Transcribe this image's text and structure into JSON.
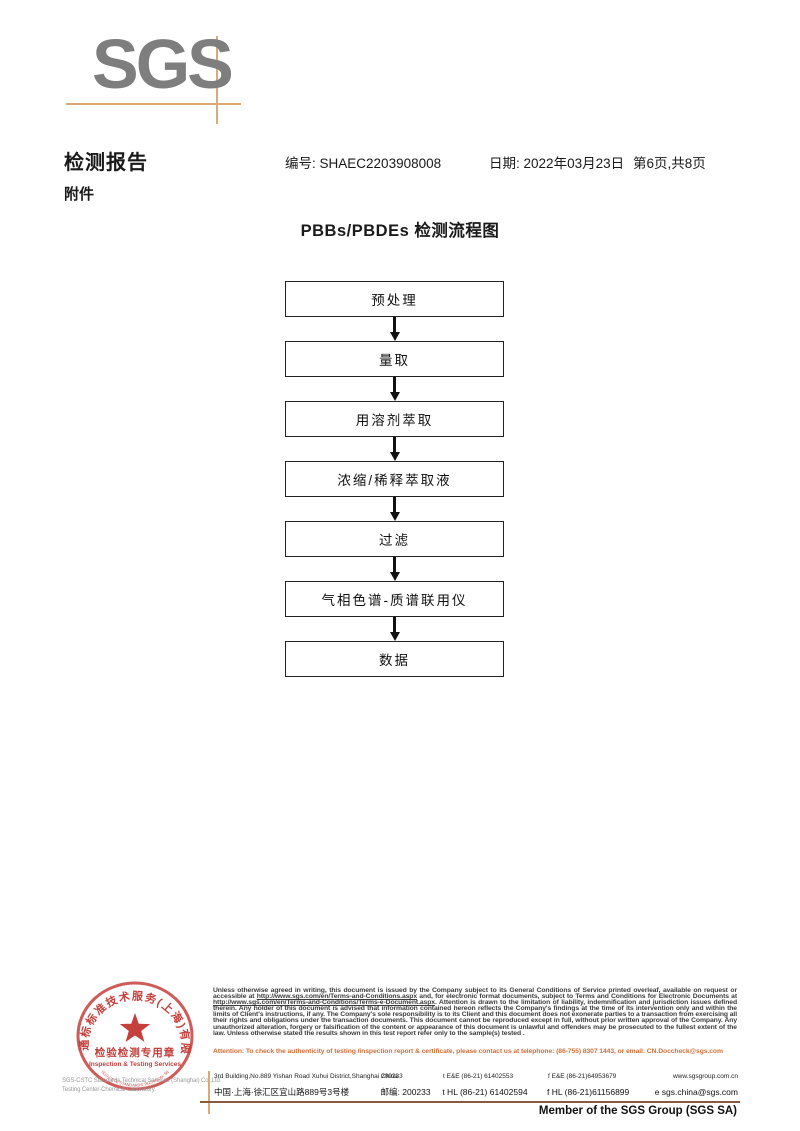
{
  "header": {
    "logo_text": "SGS",
    "report_title": "检测报告",
    "report_no_label": "编号:",
    "report_no": "SHAEC2203908008",
    "date_label": "日期:",
    "date_value": "2022年03月23日",
    "page_info": "第6页,共8页",
    "attachment_label": "附件"
  },
  "flowchart": {
    "title": "PBBs/PBDEs 检测流程图",
    "steps": [
      "预处理",
      "量取",
      "用溶剂萃取",
      "浓缩/稀释萃取液",
      "过滤",
      "气相色谱-质谱联用仪",
      "数据"
    ]
  },
  "stamp": {
    "ring_text": "通标标准技术服务(上海)有限公司",
    "center_line1": "检验检测专用章",
    "center_line2": "Inspection & Testing Services",
    "bottom_arc_text": "SGS-CSTC STANDARDS TECHNICAL SERVICES",
    "company_en_line1": "SGS-CSTC Standards Technical Services (Shanghai) Co.,Ltd.",
    "company_en_line2": "Testing Center-Chemical Laboratory."
  },
  "legal": {
    "seg1": "Unless otherwise agreed in writing, this document is issued by the Company subject to its General Conditions of Service printed overleaf, available on request or accessible at ",
    "link1": "http://www.sgs.com/en/Terms-and-Conditions.aspx",
    "seg2": " and, for electronic format documents, subject to Terms and Conditions for Electronic Documents at ",
    "link2": "http://www.sgs.com/en/Terms-and-Conditions/Terms-e-Document.aspx",
    "seg3": ". Attention is drawn to the limitation of liability, indemnification and jurisdiction issues defined therein. Any holder of this document is advised that information contained hereon reflects the Company's findings at the time of its intervention only and within the limits of Client's instructions, if any. The Company's sole responsibility is to its Client and this document does not exonerate parties to a transaction from exercising all their rights and obligations under the transaction documents. This document cannot be reproduced except in full, without prior written approval of the Company. Any unauthorized alteration, forgery or falsification of the content or appearance of this document is unlawful and offenders may be prosecuted to the fullest extent of the law. Unless otherwise stated the results shown in this test report refer only to the sample(s) tested .",
    "attention": "Attention: To check the authenticity of testing /inspection report & certificate, please contact us at telephone: (86-755) 8307 1443, or email: CN.Doccheck@sgs.com"
  },
  "address": {
    "en_street": "3rd Building,No.889 Yishan Road Xuhui District,Shanghai China",
    "en_postcode": "200233",
    "en_tel": "t E&E (86-21) 61402553",
    "en_fax": "f E&E (86-21)64953679",
    "web": "www.sgsgroup.com.cn",
    "cn_street": "中国·上海·徐汇区宜山路889号3号楼",
    "cn_postcode": "邮编: 200233",
    "cn_tel": "t HL (86-21) 61402594",
    "cn_fax": "f HL (86-21)61156899",
    "email": "e sgs.china@sgs.com"
  },
  "footer": {
    "member_text": "Member of the SGS Group (SGS SA)"
  },
  "colors": {
    "logo_gray": "#7e7e7e",
    "crosshair_tan": "#dba878",
    "stamp_red": "#c5403c",
    "attention_orange": "#d2703a",
    "footer_rule_brown": "#8a5a3e",
    "text_black": "#1a1a1a"
  }
}
